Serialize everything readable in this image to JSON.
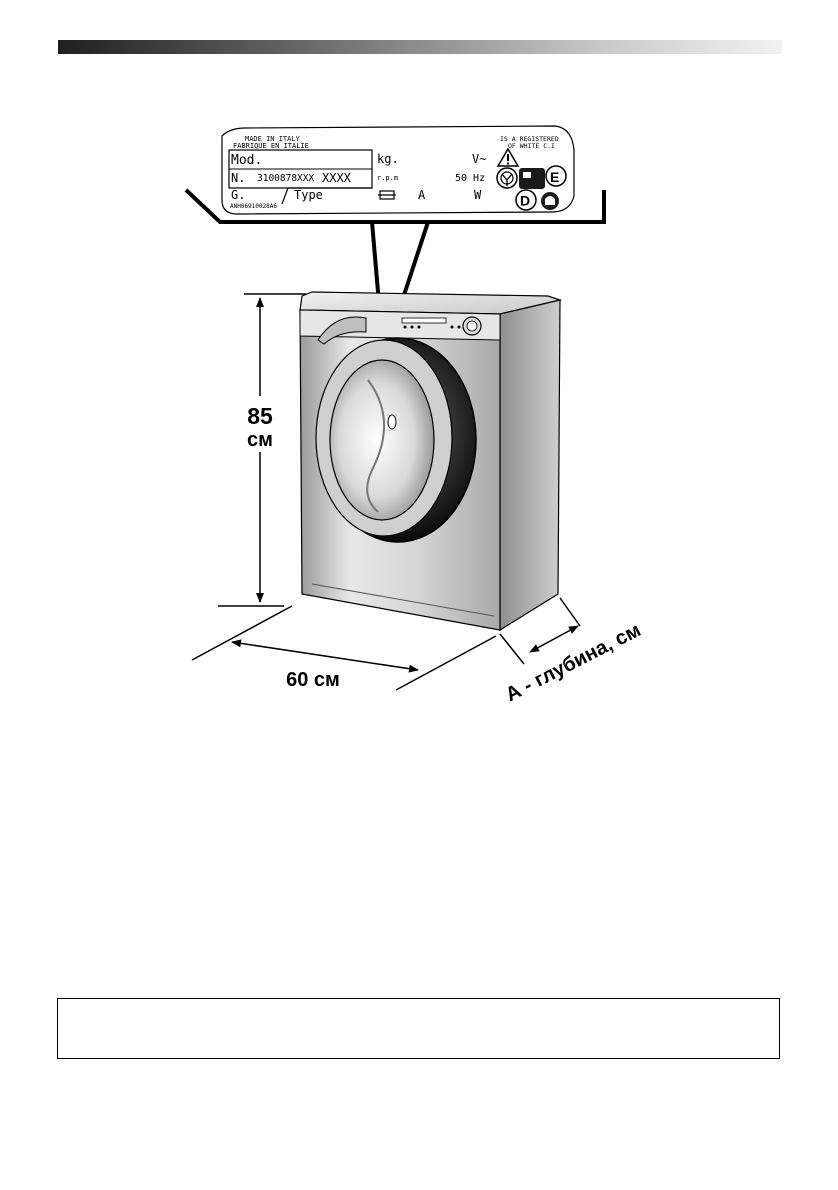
{
  "header_bar": {
    "colors": [
      "#1f1f1f",
      "#f2f2f2"
    ]
  },
  "rating_label": {
    "made_in_line1": "MADE IN ITALY",
    "made_in_line2": "FABRIQUE EN ITALIE",
    "registered_line1": "IS A REGISTERED",
    "registered_line2": "OF WHITE C.I",
    "mod": "Mod.",
    "kg": "kg.",
    "volt": "V~",
    "serial_prefix": "N.",
    "serial_number": "3100878XXX",
    "serial_suffix": "XXXX",
    "rpm": "r.p.m",
    "hz": "50 Hz",
    "g_label": "G.",
    "type": "Type",
    "amp": "A",
    "watt": "W",
    "code": "ANH06910028A6",
    "mark_d": "D",
    "mark_e": "E"
  },
  "dimensions": {
    "height_value": "85",
    "height_unit": "см",
    "width": "60 см",
    "depth": "А - глубина, см"
  },
  "note_box": {
    "text": ""
  }
}
